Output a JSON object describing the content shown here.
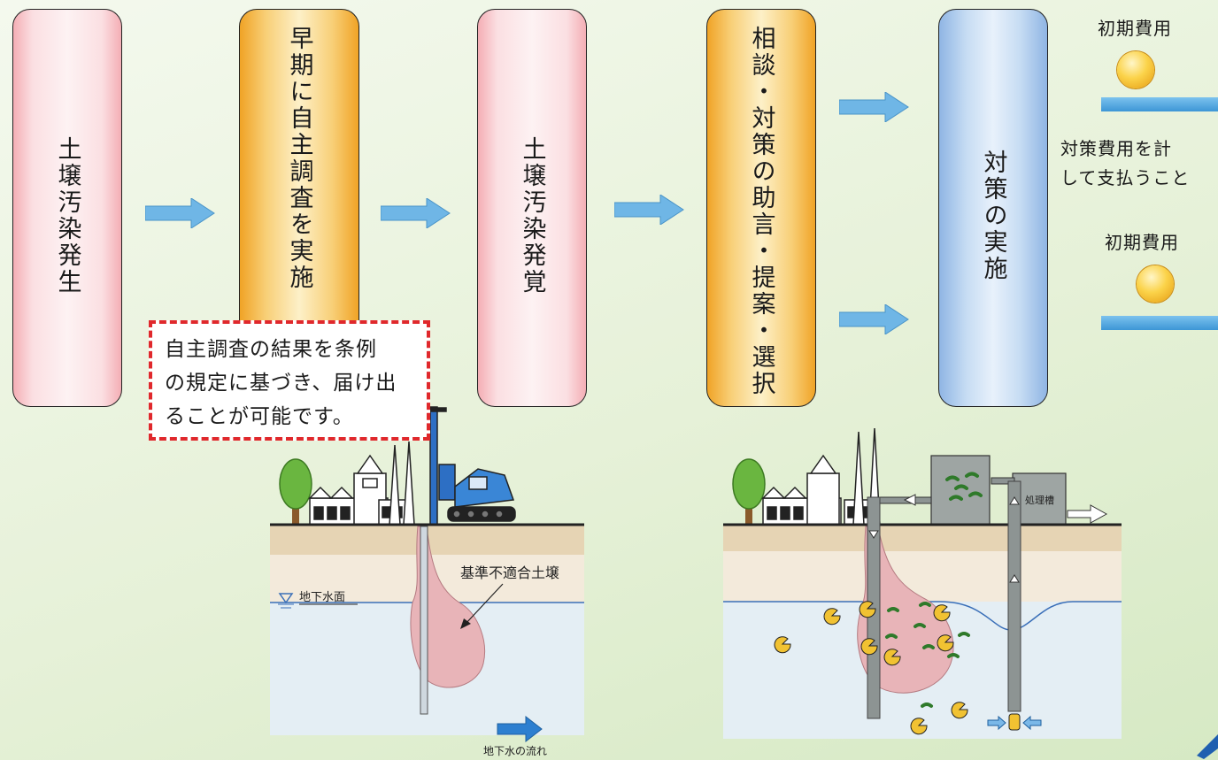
{
  "flow": {
    "steps": [
      {
        "label": "土壌汚染発生"
      },
      {
        "label": "早期に自主調査を実施"
      },
      {
        "label": "土壌汚染発覚"
      },
      {
        "label": "相談・対策の助言・提案・選択"
      },
      {
        "label": "対策の実施"
      }
    ]
  },
  "note": {
    "lines": [
      "自主調査の結果を条例",
      "の規定に基づき、届け出",
      "ることが可能です。"
    ]
  },
  "costs": {
    "top_label": "初期費用",
    "middle_lines": [
      "対策費用を計",
      "して支払うこと"
    ],
    "bottom_label": "初期費用"
  },
  "illustration_left": {
    "groundwater_surface": "地下水面",
    "contaminated_soil": "基準不適合土壌",
    "groundwater_flow": "地下水の流れ"
  },
  "illustration_right": {
    "tank": "処理槽"
  },
  "colors": {
    "arrow": "#6fb6e6",
    "note_border": "#e0282c",
    "pill_pink": "#f4aeb5",
    "pill_orange": "#f0a326",
    "pill_blue": "#8fb5e4",
    "plume": "#e8b4b8",
    "water": "#e4eef4"
  }
}
